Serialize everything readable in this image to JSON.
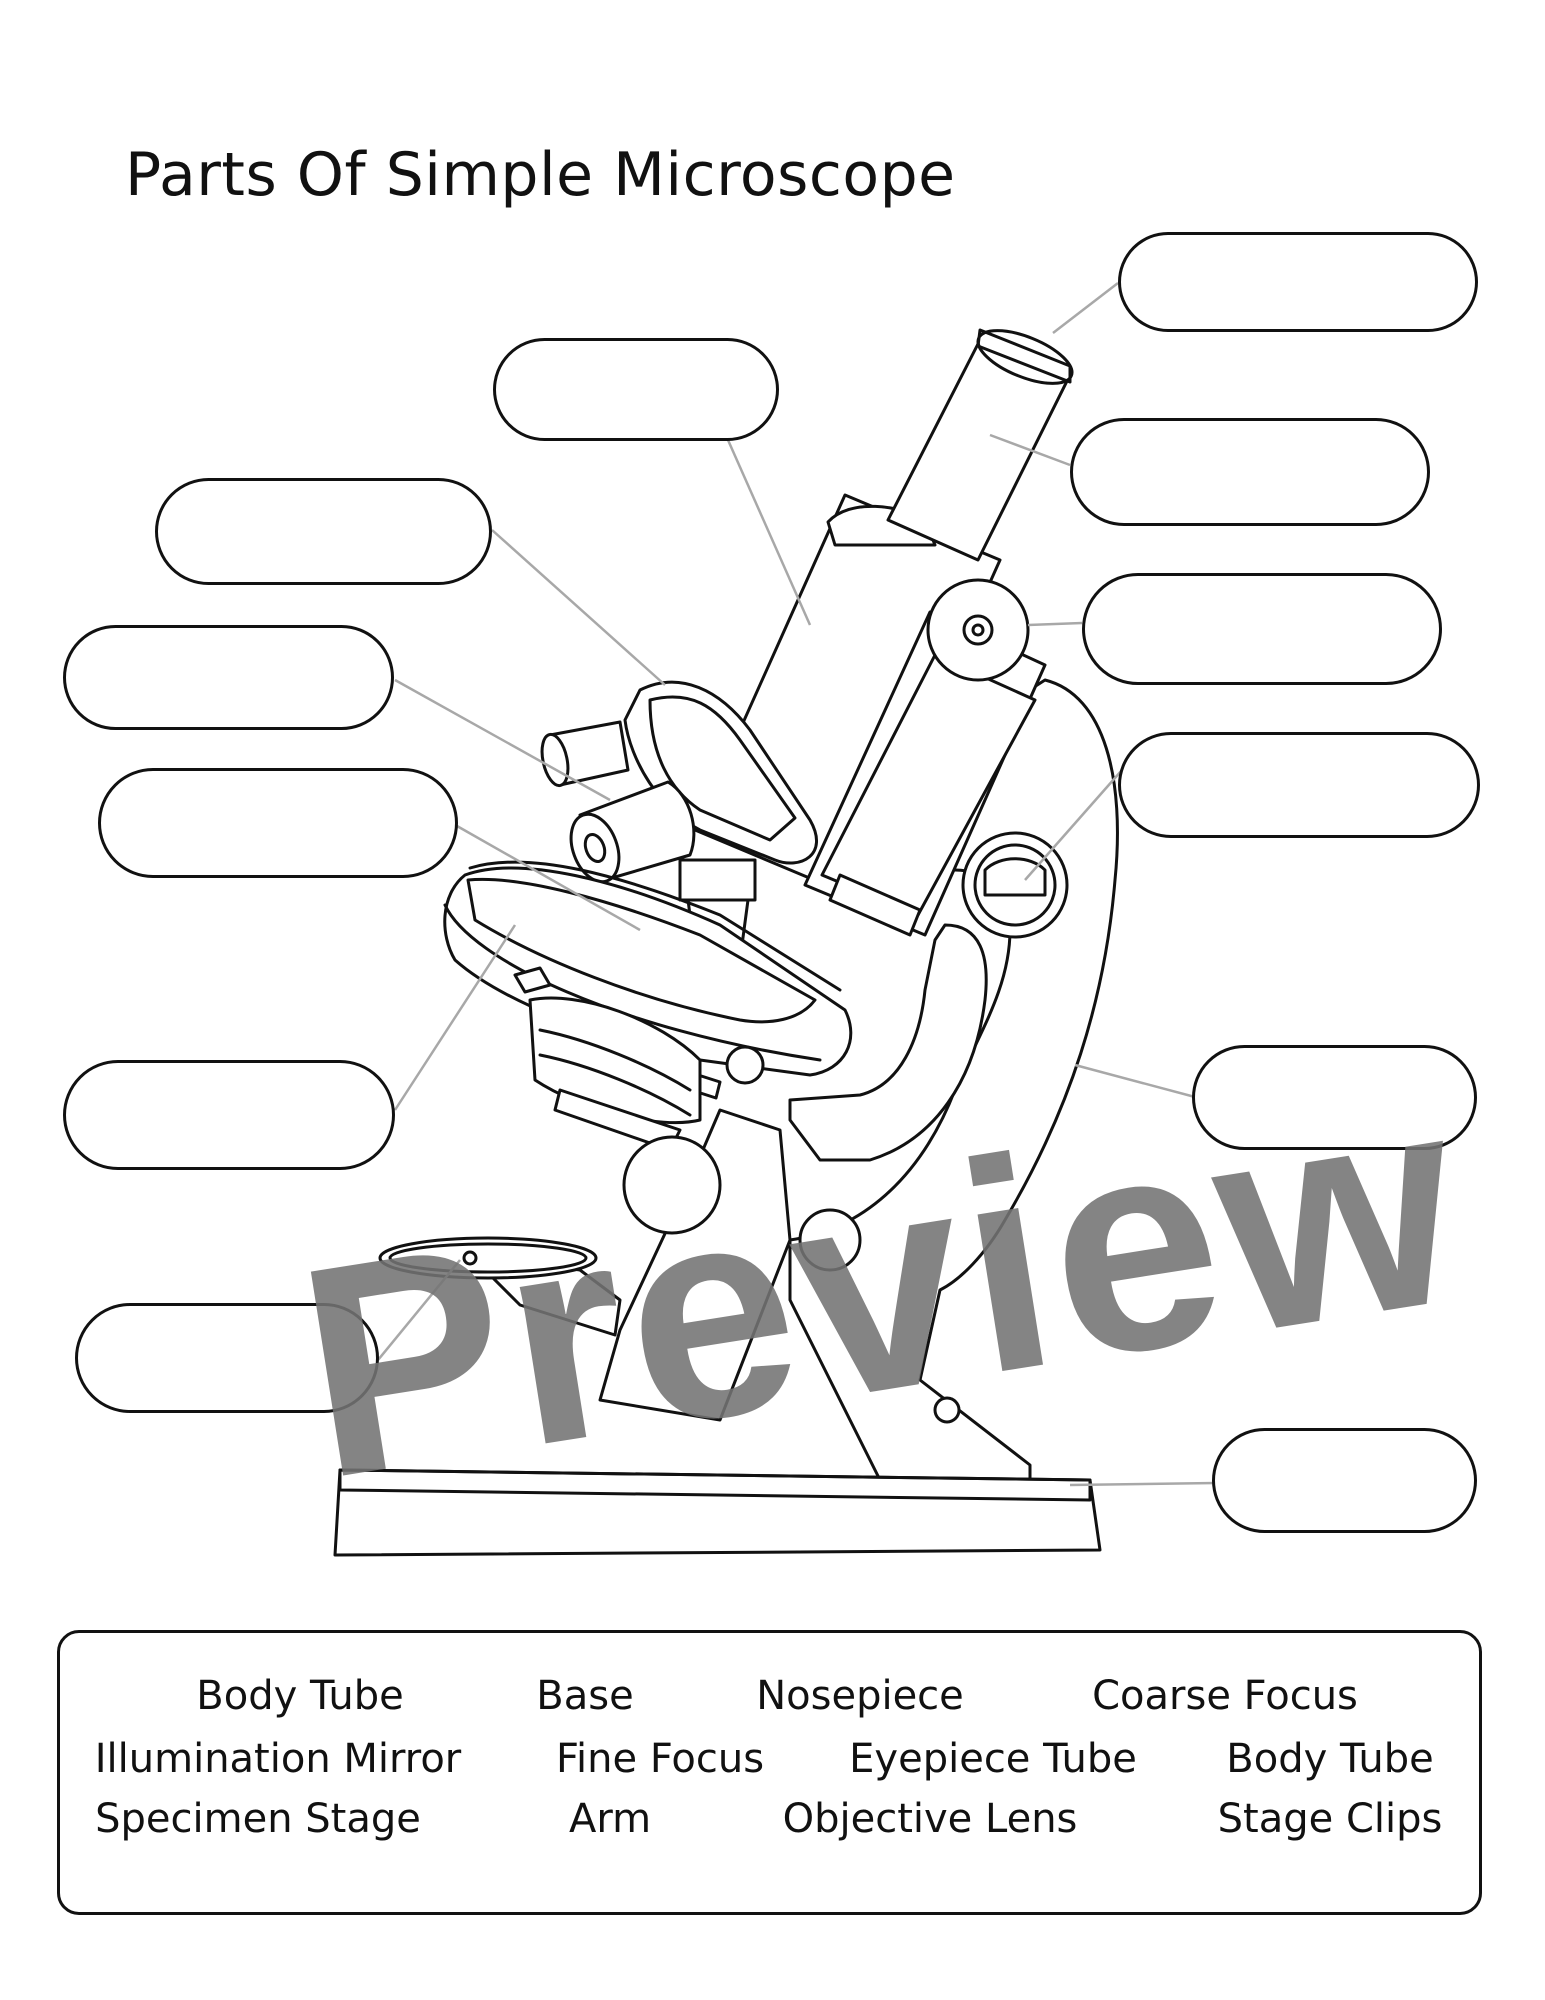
{
  "title": "Parts Of Simple Microscope",
  "watermark": "Preview",
  "word_bank": {
    "rows": [
      [
        "Body Tube",
        "Base",
        "Nosepiece",
        "Coarse Focus"
      ],
      [
        "Illumination Mirror",
        "Fine Focus",
        "Eyepiece Tube",
        "Body Tube"
      ],
      [
        "Specimen Stage",
        "Arm",
        "Objective Lens",
        "Stage Clips"
      ]
    ]
  },
  "label_boxes": [
    {
      "value": ""
    },
    {
      "value": ""
    },
    {
      "value": ""
    },
    {
      "value": ""
    },
    {
      "value": ""
    },
    {
      "value": ""
    },
    {
      "value": ""
    },
    {
      "value": ""
    },
    {
      "value": ""
    },
    {
      "value": ""
    },
    {
      "value": ""
    },
    {
      "value": ""
    }
  ],
  "colors": {
    "outline": "#111111",
    "leader_line": "#a8a8a8",
    "microscope_fill": "#ffffff",
    "watermark": "#737373"
  }
}
